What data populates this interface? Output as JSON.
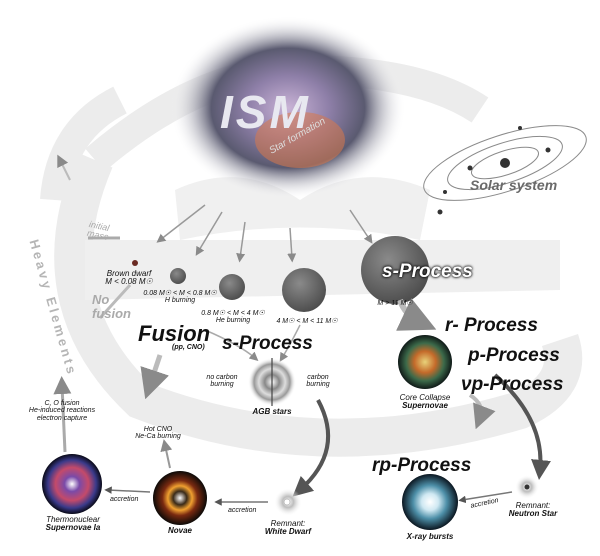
{
  "ism": {
    "title": "ISM",
    "subtitle": "Star formation"
  },
  "solar_system": {
    "label": "Solar system"
  },
  "heavy_elements": {
    "label": "Heavy Elements"
  },
  "initial_mass": {
    "label": "initial mass"
  },
  "no_fusion": {
    "label": "No fusion"
  },
  "brown_dwarf": {
    "label": "Brown dwarf",
    "range": "M < 0.08 M☉"
  },
  "h_burning": {
    "range": "0.08 M☉ < M < 0.8 M☉",
    "label": "H burning"
  },
  "he_burning": {
    "range": "0.8 M☉ < M < 4 M☉",
    "label": "He burning"
  },
  "mid_mass": {
    "range": "4 M☉ < M < 11 M☉"
  },
  "high_mass": {
    "range": "M > 11 M☉"
  },
  "fusion": {
    "label": "Fusion",
    "sub": "(pp, CNO)"
  },
  "processes": {
    "s_process_top": "s-Process",
    "s_process_mid": "s-Process",
    "r_process": "r- Process",
    "p_process": "p-Process",
    "vp_process": "νp-Process",
    "rp_process": "rp-Process"
  },
  "agb": {
    "label": "AGB stars",
    "no_carbon": "no carbon burning",
    "carbon": "carbon burning"
  },
  "core_collapse": {
    "line1": "Core Collapse",
    "line2": "Supernovae"
  },
  "neutron_star": {
    "line1": "Remnant:",
    "line2": "Neutron Star"
  },
  "white_dwarf": {
    "line1": "Remnant:",
    "line2": "White Dwarf"
  },
  "xray": {
    "label": "X-ray bursts"
  },
  "novae": {
    "label": "Novae"
  },
  "thermonuclear": {
    "line1": "Thermonuclear",
    "line2": "Supernovae Ia"
  },
  "co_fusion": {
    "line1": "C, O fusion",
    "line2": "He-induced reactions",
    "line3": "electron capture"
  },
  "hot_cno": {
    "line1": "Hot CNO",
    "line2": "Ne-Ca burning"
  },
  "accretion": {
    "label": "accretion"
  }
}
